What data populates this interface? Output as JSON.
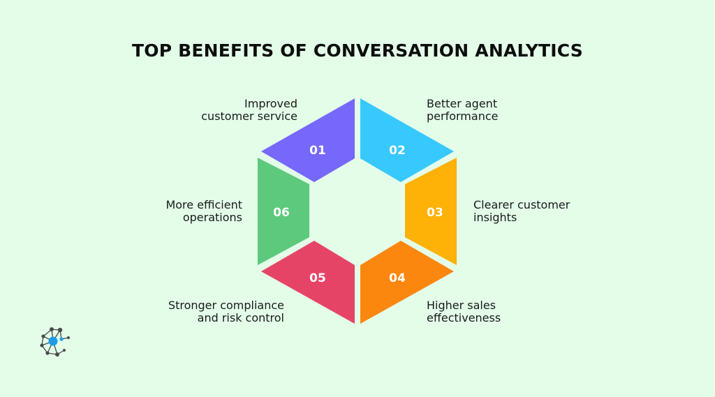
{
  "title": "TOP BENEFITS OF CONVERSATION ANALYTICS",
  "segments": [
    {
      "number": "01",
      "label_lines": [
        "Improved",
        "customer service"
      ],
      "color": "#7668fa"
    },
    {
      "number": "02",
      "label_lines": [
        "Better agent",
        "performance"
      ],
      "color": "#37c8fd"
    },
    {
      "number": "03",
      "label_lines": [
        "Clearer customer",
        "insights"
      ],
      "color": "#feb107"
    },
    {
      "number": "04",
      "label_lines": [
        "Higher sales",
        "effectiveness"
      ],
      "color": "#fc870e"
    },
    {
      "number": "05",
      "label_lines": [
        "Stronger compliance",
        "and risk control"
      ],
      "color": "#e64466"
    },
    {
      "number": "06",
      "label_lines": [
        "More efficient",
        "operations"
      ],
      "color": "#5dc97c"
    }
  ],
  "colors": {
    "background": "#e3fde9",
    "logo_dark": "#4a4a4a",
    "logo_accent": "#1f9ce4"
  },
  "logo_icon": "network-node-logo-icon"
}
